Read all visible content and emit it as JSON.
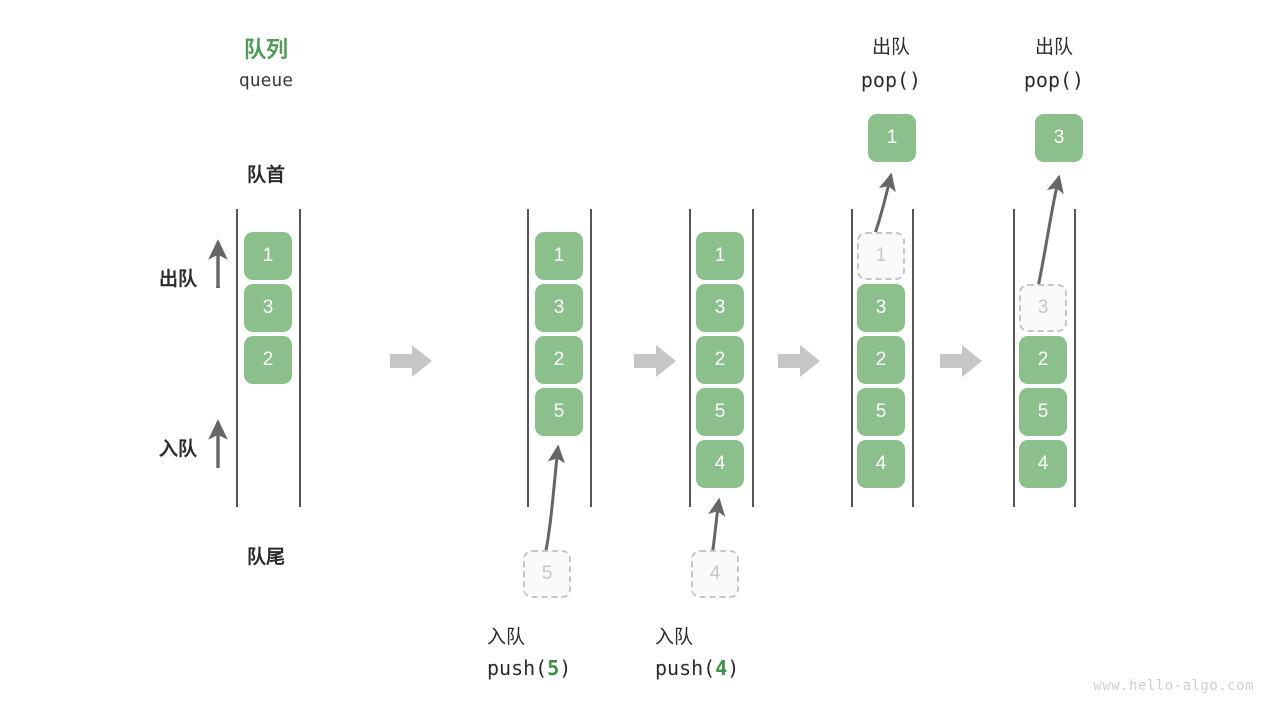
{
  "diagram": {
    "title_cn": "队列",
    "title_en": "queue",
    "head_label": "队首",
    "tail_label": "队尾",
    "dequeue_label": "出队",
    "enqueue_label": "入队",
    "watermark": "www.hello-algo.com",
    "accent_green": "#4f9a56",
    "cell_green": "#8bbf8b",
    "ghost_gray": "#c6c6c6",
    "rail_gray": "#555555",
    "flow_arrow_gray": "#c6c6c6"
  },
  "steps": [
    {
      "id": "initial",
      "header_cn": "队列",
      "header_code": "queue",
      "cells": [
        "1",
        "3",
        "2"
      ],
      "ghost_cell": null,
      "incoming": null,
      "outgoing": null,
      "caption_cn": null,
      "caption_code": null
    },
    {
      "id": "push-5",
      "header_cn": null,
      "header_code": null,
      "cells": [
        "1",
        "3",
        "2",
        "5"
      ],
      "ghost_cell": "5",
      "incoming": "5",
      "outgoing": null,
      "caption_cn": "入队",
      "caption_code_prefix": "push(",
      "caption_code_arg": "5",
      "caption_code_suffix": ")"
    },
    {
      "id": "push-4",
      "header_cn": null,
      "header_code": null,
      "cells": [
        "1",
        "3",
        "2",
        "5",
        "4"
      ],
      "ghost_cell": "4",
      "incoming": "4",
      "outgoing": null,
      "caption_cn": "入队",
      "caption_code_prefix": "push(",
      "caption_code_arg": "4",
      "caption_code_suffix": ")"
    },
    {
      "id": "pop-1",
      "header_cn": "出队",
      "header_code": "pop()",
      "cells": [
        "3",
        "2",
        "5",
        "4"
      ],
      "ghost_cell": "1",
      "outgoing": "1",
      "incoming": null,
      "caption_cn": null,
      "caption_code": null
    },
    {
      "id": "pop-3",
      "header_cn": "出队",
      "header_code": "pop()",
      "cells": [
        "2",
        "5",
        "4"
      ],
      "ghost_cell": "3",
      "outgoing": "3",
      "incoming": null,
      "caption_cn": null,
      "caption_code": null
    }
  ],
  "chart_data": {
    "type": "diagram",
    "title": "队列 queue — push / pop 操作示意",
    "sequence": [
      {
        "state": [
          "1",
          "3",
          "2"
        ],
        "operation": null
      },
      {
        "state": [
          "1",
          "3",
          "2",
          "5"
        ],
        "operation": "push(5)"
      },
      {
        "state": [
          "1",
          "3",
          "2",
          "5",
          "4"
        ],
        "operation": "push(4)"
      },
      {
        "state": [
          "3",
          "2",
          "5",
          "4"
        ],
        "operation": "pop() -> 1"
      },
      {
        "state": [
          "2",
          "5",
          "4"
        ],
        "operation": "pop() -> 3"
      }
    ],
    "head_side": "top",
    "tail_side": "bottom"
  }
}
